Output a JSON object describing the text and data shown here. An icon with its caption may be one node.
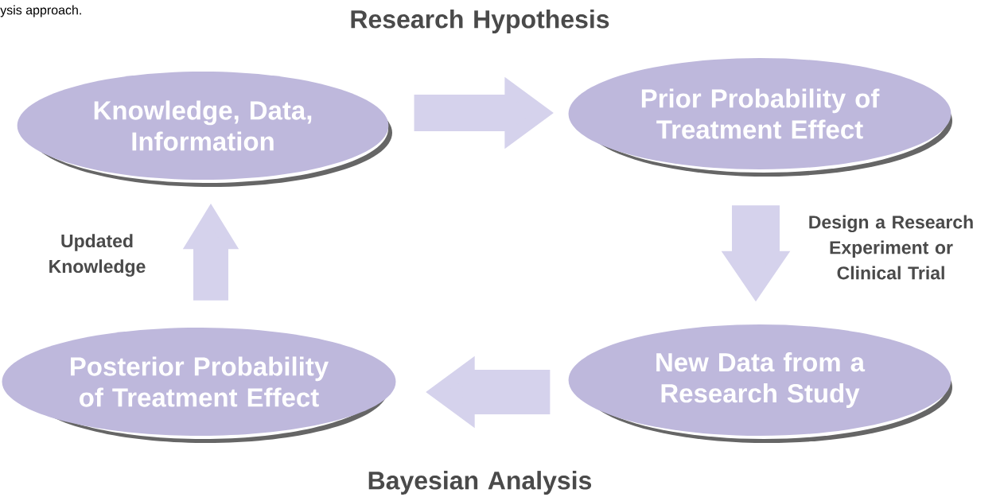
{
  "diagram": {
    "nodes": [
      {
        "text": [
          "Knowledge, Data, Information"
        ]
      },
      {
        "text": [
          "Prior Probability of Treatment Effect"
        ]
      },
      {
        "text": [
          "New Data from a Research Study"
        ]
      },
      {
        "text": [
          "Posterior Probability of Treatment Effect"
        ]
      }
    ],
    "edges": [
      {
        "from": 0,
        "to": 1,
        "arrow": "to",
        "label": "Research Hypothesis"
      },
      {
        "from": 1,
        "to": 2,
        "arrow": "to",
        "label": "Design a Research Experiment or Clinical Trial"
      },
      {
        "from": 2,
        "to": 3,
        "arrow": "to",
        "label": "Bayesian Analysis"
      },
      {
        "from": 3,
        "to": 0,
        "arrow": "to",
        "label": "Updated Knowledge"
      }
    ],
    "labels": [
      "ysis approach."
    ]
  }
}
